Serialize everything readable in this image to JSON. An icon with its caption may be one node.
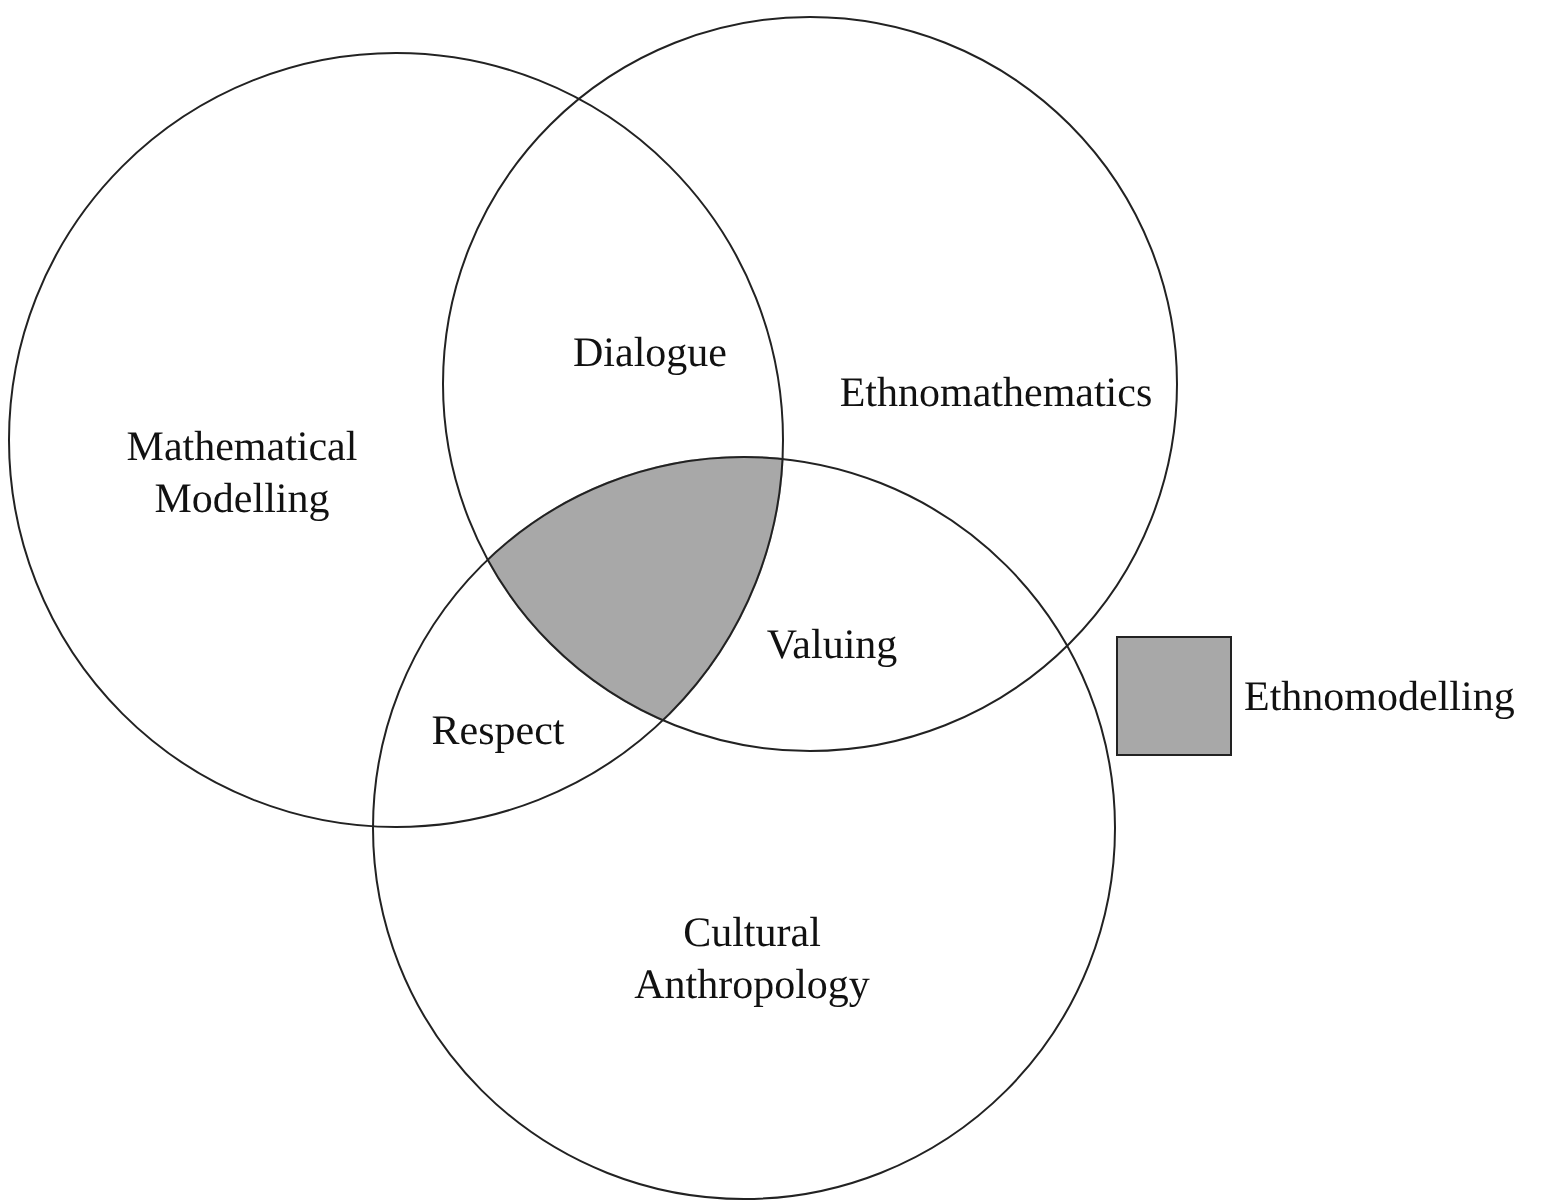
{
  "diagram": {
    "nodes": [
      {
        "text": [
          "Mathematical Modelling"
        ]
      },
      {
        "text": [
          "Ethnomathematics"
        ]
      },
      {
        "text": [
          "Cultural Anthropology"
        ]
      },
      {
        "text": [],
        "shape": "region"
      }
    ],
    "labels": [
      "Dialogue",
      "Valuing",
      "Respect"
    ],
    "legend": [
      {
        "text": "Ethnomodelling",
        "color": "#a8a8a8"
      }
    ]
  }
}
